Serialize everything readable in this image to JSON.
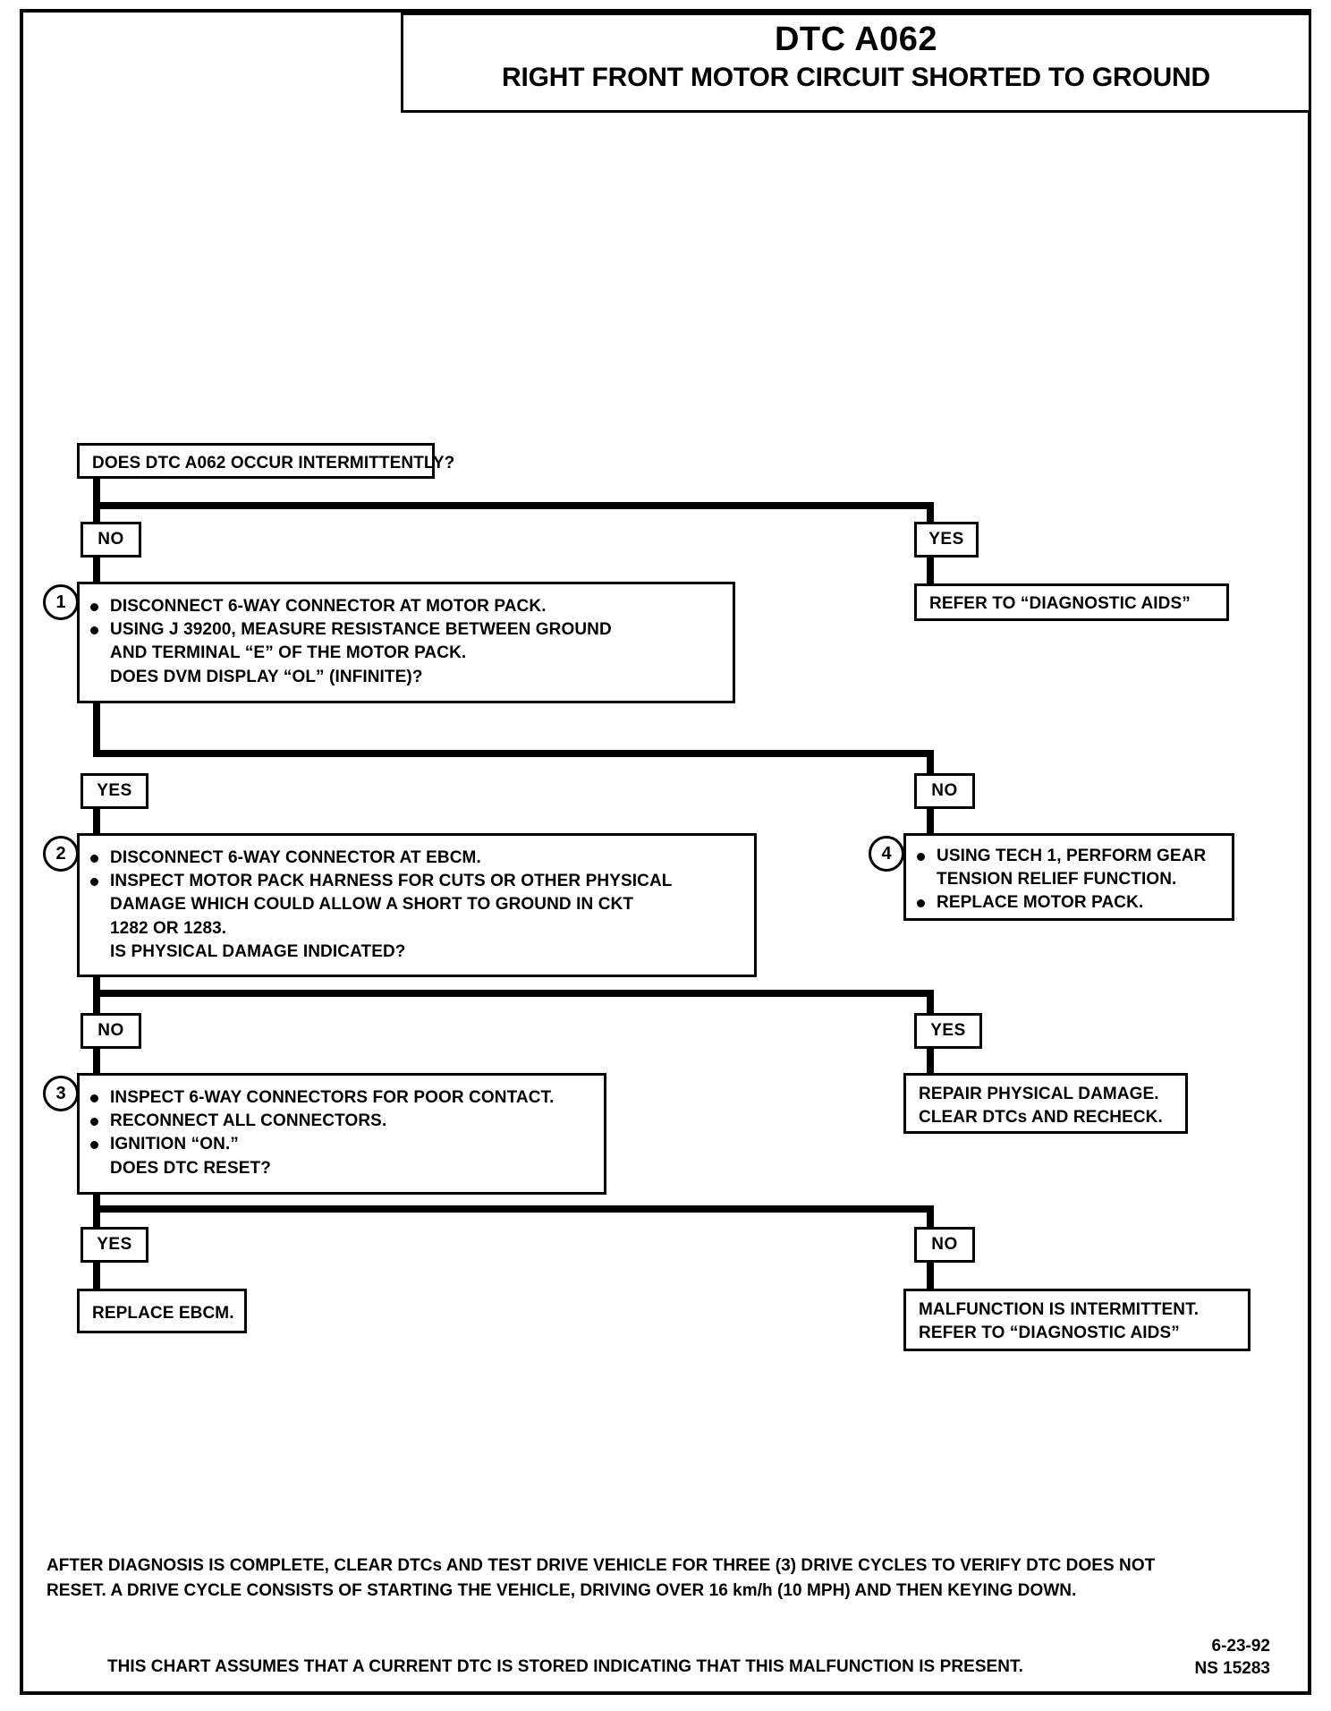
{
  "header": {
    "title": "DTC A062",
    "subtitle": "RIGHT FRONT MOTOR CIRCUIT SHORTED TO GROUND"
  },
  "labels": {
    "yes": "YES",
    "no": "NO"
  },
  "nodes": {
    "start_question": {
      "text": "DOES DTC A062 OCCUR INTERMITTENTLY?"
    },
    "refer_aids": {
      "text": "REFER TO “DIAGNOSTIC AIDS”"
    },
    "step1": {
      "number": "1",
      "lines": [
        "DISCONNECT 6-WAY CONNECTOR AT MOTOR PACK.",
        "USING J 39200, MEASURE RESISTANCE BETWEEN GROUND",
        "AND TERMINAL “E” OF THE MOTOR PACK.",
        "DOES DVM DISPLAY “OL” (INFINITE)?"
      ]
    },
    "step2": {
      "number": "2",
      "lines": [
        "DISCONNECT 6-WAY CONNECTOR AT EBCM.",
        "INSPECT MOTOR PACK HARNESS FOR CUTS OR OTHER PHYSICAL",
        "DAMAGE WHICH COULD ALLOW A SHORT TO GROUND IN CKT",
        "1282 OR 1283.",
        "IS PHYSICAL DAMAGE INDICATED?"
      ]
    },
    "step3": {
      "number": "3",
      "lines": [
        "INSPECT 6-WAY CONNECTORS FOR POOR CONTACT.",
        "RECONNECT ALL CONNECTORS.",
        "IGNITION “ON.”",
        "DOES DTC RESET?"
      ]
    },
    "step4": {
      "number": "4",
      "lines": [
        "USING TECH 1, PERFORM GEAR",
        "TENSION RELIEF FUNCTION.",
        "REPLACE MOTOR PACK."
      ]
    },
    "repair_damage": {
      "line1": "REPAIR PHYSICAL DAMAGE.",
      "line2": "CLEAR DTCs AND RECHECK."
    },
    "replace_ebcm": {
      "text": "REPLACE EBCM."
    },
    "intermittent": {
      "line1": "MALFUNCTION IS INTERMITTENT.",
      "line2": "REFER TO “DIAGNOSTIC AIDS”"
    }
  },
  "footer": {
    "note_line1": "AFTER DIAGNOSIS IS COMPLETE, CLEAR DTCs AND TEST DRIVE VEHICLE FOR THREE (3) DRIVE CYCLES TO VERIFY DTC DOES NOT",
    "note_line2": "RESET.  A DRIVE CYCLE CONSISTS OF STARTING THE VEHICLE, DRIVING OVER 16 km/h (10 MPH) AND THEN KEYING DOWN.",
    "assumption": "THIS CHART ASSUMES THAT A CURRENT DTC IS STORED INDICATING THAT THIS MALFUNCTION IS PRESENT.",
    "date": "6-23-92",
    "doc_number": "NS 15283"
  }
}
